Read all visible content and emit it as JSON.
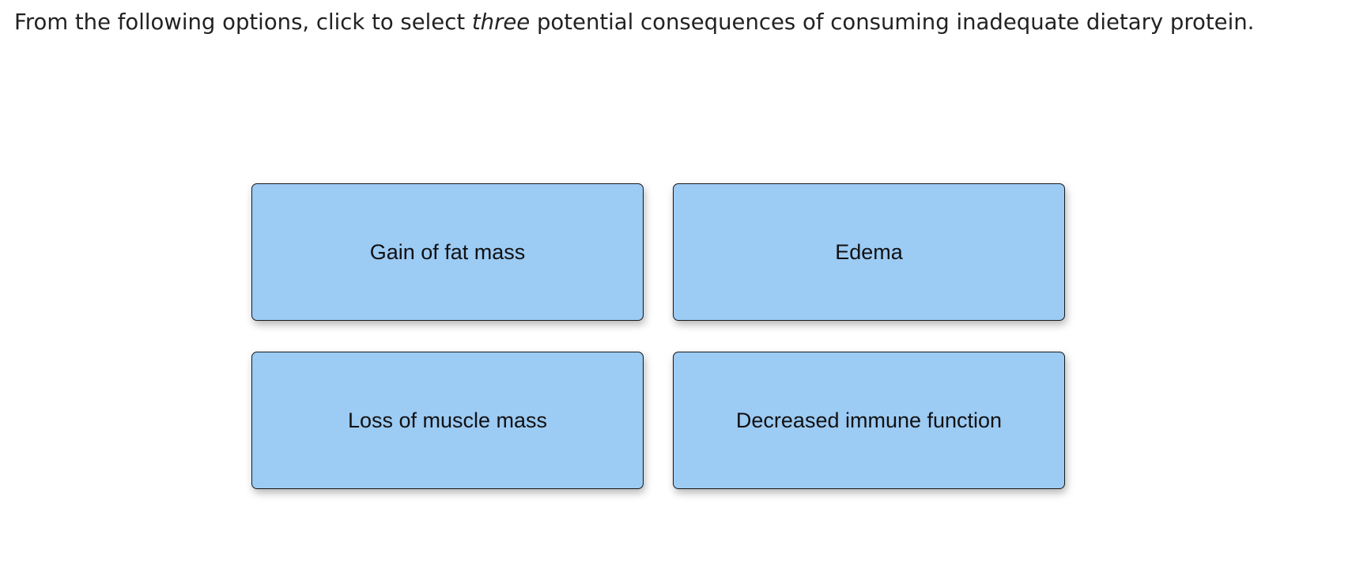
{
  "question": {
    "before": "From the following options, click to select ",
    "emphasis": "three",
    "after": " potential consequences of consuming inadequate dietary protein."
  },
  "options": [
    {
      "label": "Gain of fat mass"
    },
    {
      "label": "Edema"
    },
    {
      "label": "Loss of muscle mass"
    },
    {
      "label": "Decreased immune function"
    }
  ],
  "colors": {
    "card_fill": "#9ccbf4",
    "card_border": "#1a1a1a",
    "text": "#222222"
  }
}
